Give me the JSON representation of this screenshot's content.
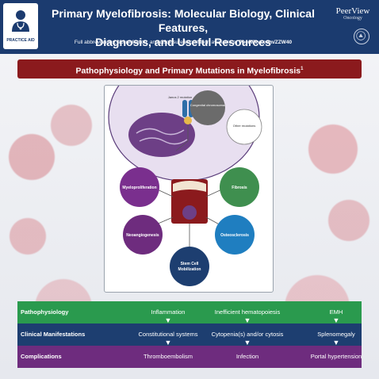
{
  "header": {
    "logo_label": "PRACTICE AID",
    "title_line1": "Primary Myelofibrosis: Molecular Biology, Clinical Features,",
    "title_line2": "Diagnosis, and Useful Resources",
    "subtitle_prefix": "Full abbreviations, accreditation, and disclosure information available at ",
    "subtitle_link": "PeerView.com/ZZW40",
    "brand_name": "PeerView",
    "brand_sub": "Oncology",
    "colors": {
      "header_bg": "#1b3b6f",
      "banner_bg": "#8b1a1d"
    }
  },
  "banner": {
    "title": "Pathophysiology and Primary Mutations in Myelofibrosis",
    "superscript": "1"
  },
  "figure": {
    "callouts": {
      "top_center": "Janus 2 mutation",
      "congenital": "Congenital chromosomal",
      "other": "Other mutations"
    },
    "nodes": [
      {
        "id": "myeloproliferation",
        "label": "Myeloproliferation",
        "color": "#7a2f8e"
      },
      {
        "id": "fibrosis",
        "label": "Fibrosis",
        "color": "#3f8f4f"
      },
      {
        "id": "neoangiogenesis",
        "label": "Neoangiogenesis",
        "color": "#6e2c7e"
      },
      {
        "id": "osteosclerosis",
        "label": "Osteosclerosis",
        "color": "#1f7ec0"
      },
      {
        "id": "stem-cell-mobilization",
        "label_line1": "Stem Cell",
        "label_line2": "Mobilization",
        "color": "#1d3e70"
      }
    ]
  },
  "table": {
    "rows": [
      {
        "label": "Pathophysiology",
        "cells": [
          "Inflammation",
          "Inefficient hematopoiesis",
          "EMH"
        ],
        "color": "#2a9a4e"
      },
      {
        "label": "Clinical Manifestations",
        "cells": [
          "Constitutional systems",
          "Cytopenia(s) and/or cytosis",
          "Splenomegaly"
        ],
        "color": "#1d3e70"
      },
      {
        "label": "Complications",
        "cells": [
          "Thromboembolism",
          "Infection",
          "Portal hypertension"
        ],
        "color": "#6e2c7e"
      }
    ]
  }
}
